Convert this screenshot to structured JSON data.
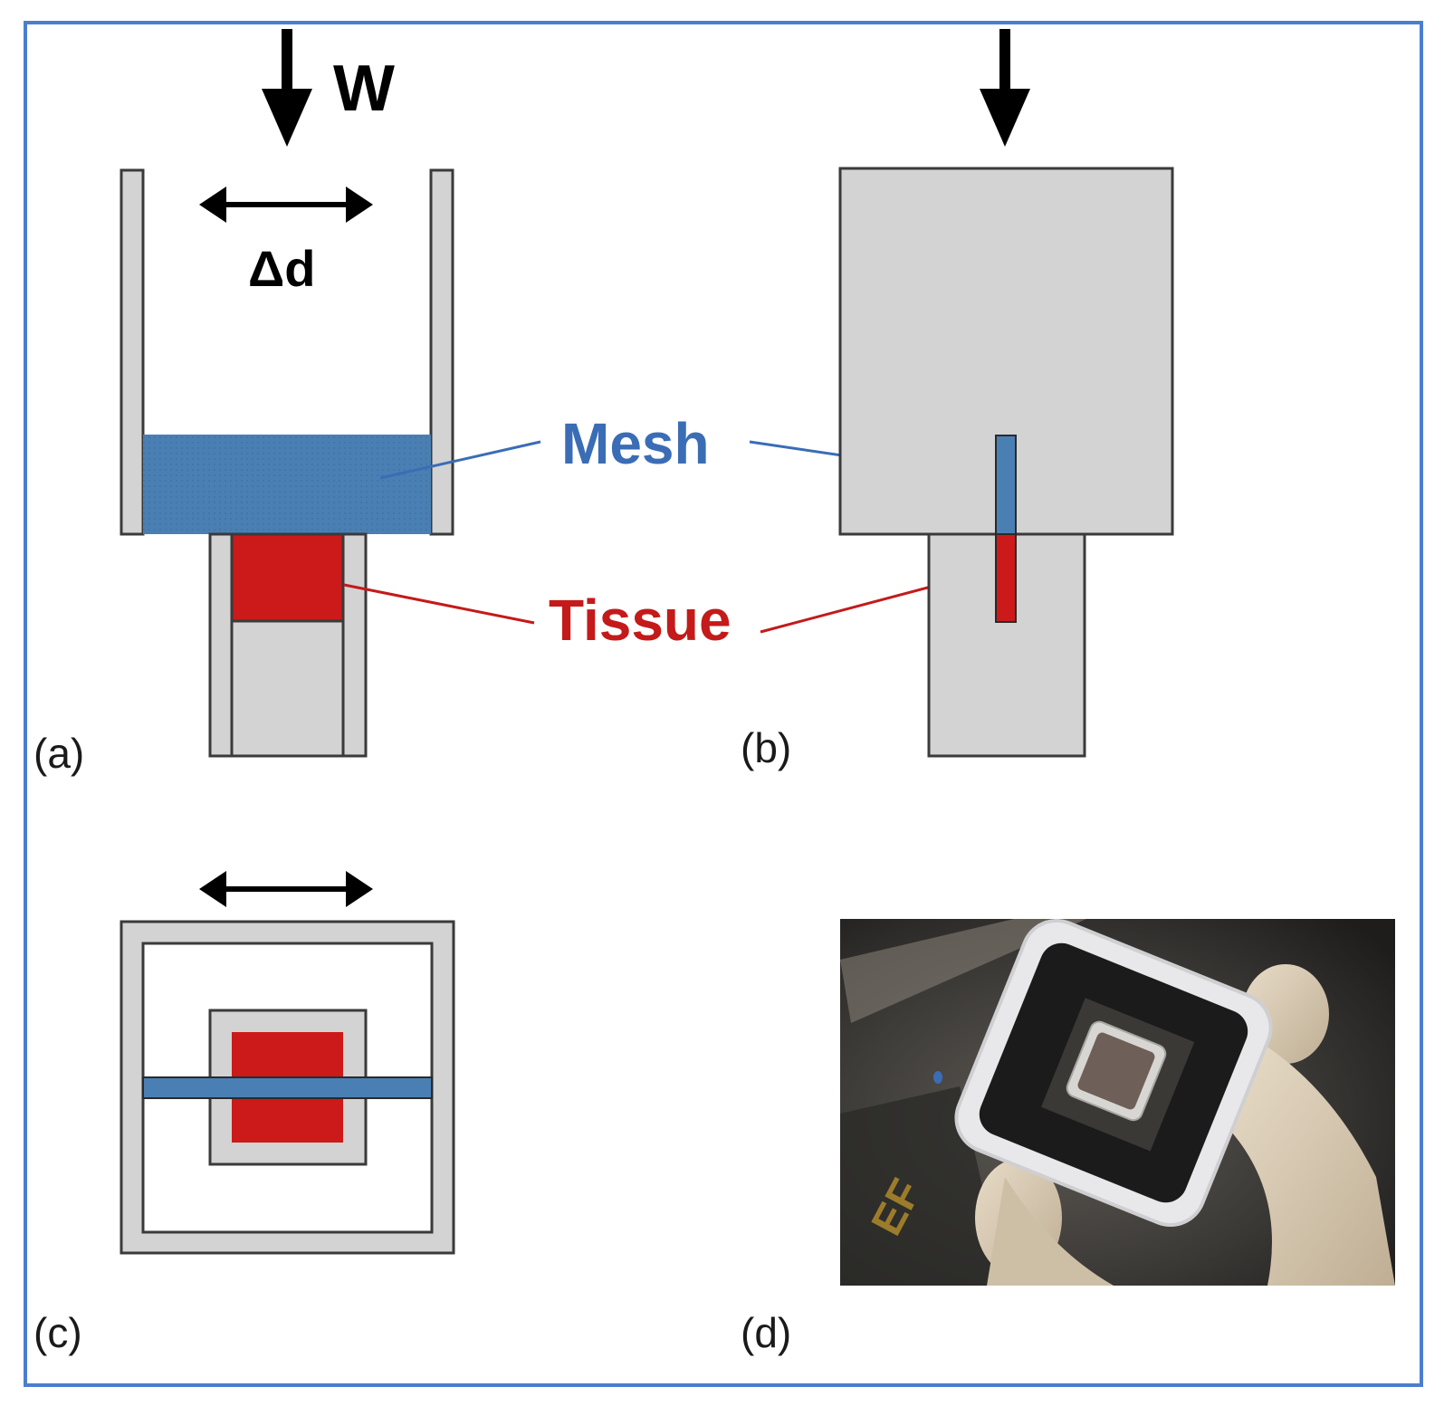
{
  "labels": {
    "weight": "W",
    "displacement": "Δd",
    "mesh": "Mesh",
    "tissue": "Tissue"
  },
  "panels": {
    "a": "(a)",
    "b": "(b)",
    "c": "(c)",
    "d": "(d)"
  },
  "colors": {
    "frame": "#4a7fd0",
    "apparatus_fill": "#d3d3d3",
    "apparatus_stroke": "#3a3a3a",
    "mesh": "#4a7fb4",
    "tissue": "#cc1a1a",
    "mesh_text": "#3a6db5",
    "tissue_text": "#c41a1a"
  }
}
